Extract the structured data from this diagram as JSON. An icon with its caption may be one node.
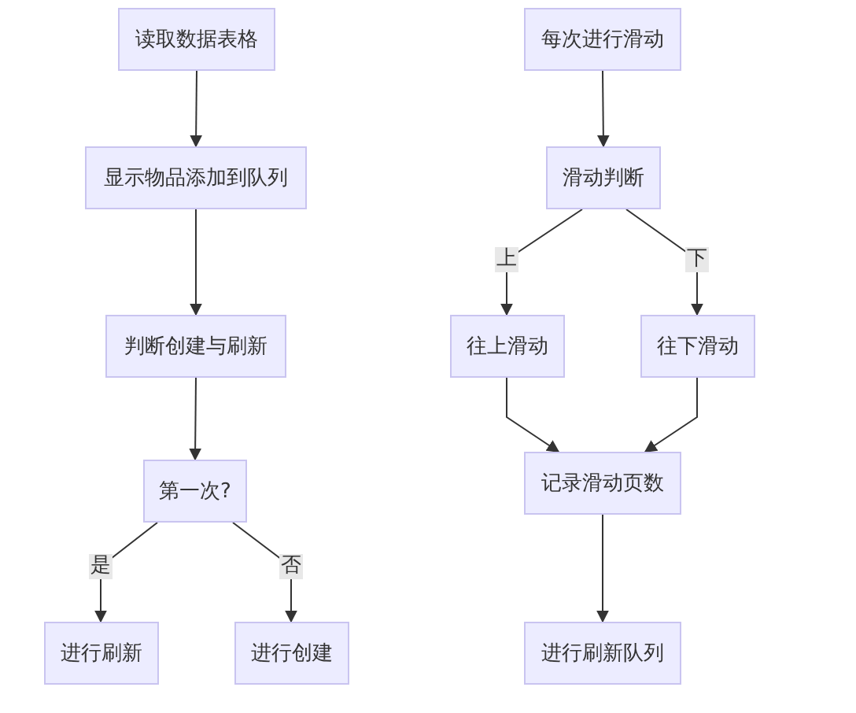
{
  "diagram": {
    "nodes": [
      {
        "text": [
          "读取数据表格"
        ]
      },
      {
        "text": [
          "显示物品添加到队列"
        ]
      },
      {
        "text": [
          "判断创建与刷新"
        ]
      },
      {
        "text": [
          "第一次?"
        ]
      },
      {
        "text": [
          "进行刷新"
        ]
      },
      {
        "text": [
          "进行创建"
        ]
      },
      {
        "text": [
          "每次进行滑动"
        ]
      },
      {
        "text": [
          "滑动判断"
        ]
      },
      {
        "text": [
          "往上滑动"
        ]
      },
      {
        "text": [
          "往下滑动"
        ]
      },
      {
        "text": [
          "记录滑动页数"
        ]
      },
      {
        "text": [
          "进行刷新队列"
        ]
      }
    ],
    "edges": [
      {
        "from": 0,
        "to": 1,
        "arrow": "to"
      },
      {
        "from": 1,
        "to": 2,
        "arrow": "to"
      },
      {
        "from": 2,
        "to": 3,
        "arrow": "to"
      },
      {
        "from": 3,
        "to": 4,
        "arrow": "to",
        "label": "是"
      },
      {
        "from": 3,
        "to": 5,
        "arrow": "to",
        "label": "否"
      },
      {
        "from": 6,
        "to": 7,
        "arrow": "to"
      },
      {
        "from": 7,
        "to": 8,
        "arrow": "to",
        "label": "上"
      },
      {
        "from": 7,
        "to": 9,
        "arrow": "to",
        "label": "下"
      },
      {
        "from": 8,
        "to": 10,
        "arrow": "to"
      },
      {
        "from": 9,
        "to": 10,
        "arrow": "to"
      },
      {
        "from": 10,
        "to": 11,
        "arrow": "to"
      }
    ]
  }
}
